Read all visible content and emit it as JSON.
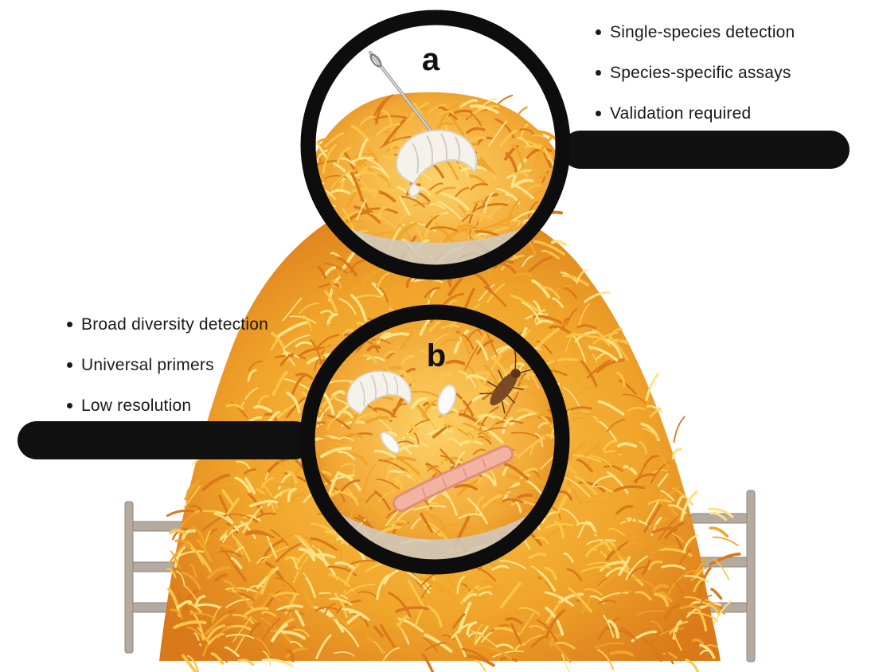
{
  "panel_a": {
    "letter": "a",
    "bullets": [
      "Single-species detection",
      "Species-specific assays",
      "Validation required"
    ]
  },
  "panel_b": {
    "letter": "b",
    "bullets": [
      "Broad diversity detection",
      "Universal primers",
      "Low resolution"
    ]
  },
  "colors": {
    "hay_dark": "#d9791a",
    "hay_mid": "#f0a42a",
    "hay_light": "#fbc64a",
    "hay_highlight": "#fde38a",
    "lens_rim": "#0d0d0d",
    "handle": "#111111",
    "fence": "#b5aaa0",
    "worm": "#f0a99a"
  },
  "icons": [
    "needle-icon",
    "shrimp-icon",
    "seed-icon",
    "cockroach-icon",
    "worm-icon"
  ]
}
